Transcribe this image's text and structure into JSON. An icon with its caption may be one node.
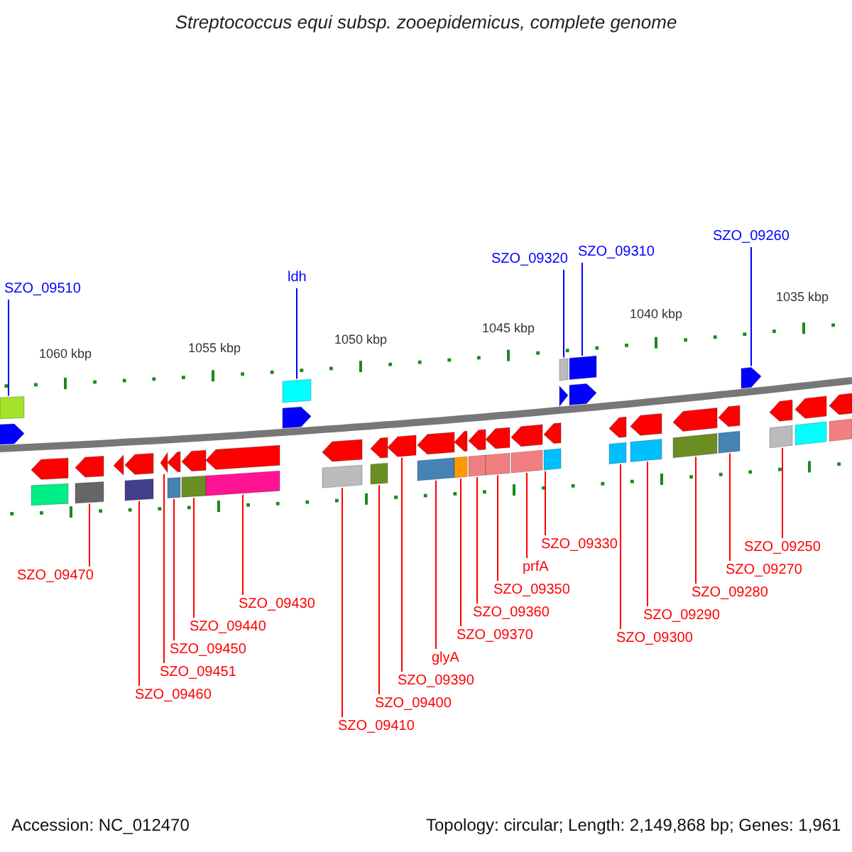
{
  "diagram": {
    "title": "Streptococcus equi subsp. zooepidemicus, complete genome",
    "nodes": [
      {
        "text": [
          "SZO_09510"
        ]
      },
      {
        "text": [
          "ldh"
        ]
      },
      {
        "text": [
          "SZO_09320"
        ]
      },
      {
        "text": [
          "SZO_09310"
        ]
      },
      {
        "text": [
          "SZO_09260"
        ]
      },
      {
        "text": [
          "SZO_09470"
        ]
      },
      {
        "text": [
          "SZO_09460"
        ]
      },
      {
        "text": [
          "SZO_09451"
        ]
      },
      {
        "text": [
          "SZO_09450"
        ]
      },
      {
        "text": [
          "SZO_09440"
        ]
      },
      {
        "text": [
          "SZO_09430"
        ]
      },
      {
        "text": [
          "SZO_09410"
        ]
      },
      {
        "text": [
          "SZO_09400"
        ]
      },
      {
        "text": [
          "SZO_09390"
        ]
      },
      {
        "text": [
          "SZO_09370"
        ]
      },
      {
        "text": [
          "glyA"
        ]
      },
      {
        "text": [
          "SZO_09360"
        ]
      },
      {
        "text": [
          "SZO_09350"
        ]
      },
      {
        "text": [
          "SZO_09330"
        ]
      },
      {
        "text": [
          "prfA"
        ]
      },
      {
        "text": [
          "SZO_09300"
        ]
      },
      {
        "text": [
          "SZO_09290"
        ]
      },
      {
        "text": [
          "SZO_09280"
        ]
      },
      {
        "text": [
          "SZO_09270"
        ]
      },
      {
        "text": [
          "SZO_09250"
        ]
      },
      {
        "text": [],
        "shape": "arrow"
      },
      {
        "text": [],
        "shape": "arrow"
      },
      {
        "text": [],
        "shape": "arrow"
      },
      {
        "text": [],
        "shape": "arrow"
      },
      {
        "text": [],
        "shape": "arrow"
      },
      {
        "text": [],
        "shape": "arrow"
      },
      {
        "text": [],
        "shape": "arrow"
      },
      {
        "text": [],
        "shape": "arrow"
      },
      {
        "text": [],
        "shape": "arrow"
      },
      {
        "text": [],
        "shape": "arrow"
      },
      {
        "text": [],
        "shape": "arrow"
      },
      {
        "text": [],
        "shape": "arrow"
      },
      {
        "text": [],
        "shape": "arrow"
      },
      {
        "text": [],
        "shape": "arrow"
      },
      {
        "text": [],
        "shape": "arrow"
      },
      {
        "text": [],
        "shape": "arrow"
      },
      {
        "text": [],
        "shape": "arrow"
      },
      {
        "text": [],
        "shape": "arrow"
      },
      {
        "text": [],
        "shape": "arrow"
      },
      {
        "text": [],
        "shape": "arrow"
      },
      {
        "text": [],
        "shape": "arrow"
      },
      {
        "text": [],
        "shape": "arrow"
      },
      {
        "text": [],
        "shape": "arrow"
      },
      {
        "text": [],
        "shape": "arrow"
      },
      {
        "text": [],
        "shape": "arrow"
      },
      {
        "text": [],
        "shape": "arrow"
      },
      {
        "text": [],
        "shape": "arrow"
      },
      {
        "text": [],
        "shape": "arrow"
      },
      {
        "text": [],
        "shape": "arrow"
      }
    ],
    "edges": [
      {
        "from": 0,
        "to": 25,
        "arrow": "none",
        "color": "#0000ff"
      },
      {
        "from": 1,
        "to": 32,
        "arrow": "none",
        "color": "#0000ff"
      },
      {
        "from": 2,
        "to": 42,
        "arrow": "none",
        "color": "#0000ff"
      },
      {
        "from": 3,
        "to": 43,
        "arrow": "none",
        "color": "#0000ff"
      },
      {
        "from": 4,
        "to": 48,
        "arrow": "none",
        "color": "#0000ff"
      },
      {
        "from": 5,
        "to": 26,
        "arrow": "none"
      },
      {
        "from": 6,
        "to": 27,
        "arrow": "none"
      },
      {
        "from": 7,
        "to": 28,
        "arrow": "none"
      },
      {
        "from": 8,
        "to": 29,
        "arrow": "none"
      },
      {
        "from": 9,
        "to": 30,
        "arrow": "none"
      },
      {
        "from": 10,
        "to": 31,
        "arrow": "none"
      },
      {
        "from": 11,
        "to": 33,
        "arrow": "none"
      },
      {
        "from": 12,
        "to": 34,
        "arrow": "none"
      },
      {
        "from": 13,
        "to": 35,
        "arrow": "none"
      },
      {
        "from": 14,
        "to": 37,
        "arrow": "none"
      },
      {
        "from": 15,
        "to": 36,
        "arrow": "none"
      },
      {
        "from": 16,
        "to": 38,
        "arrow": "none"
      },
      {
        "from": 17,
        "to": 39,
        "arrow": "none"
      },
      {
        "from": 18,
        "to": 41,
        "arrow": "none"
      },
      {
        "from": 19,
        "to": 40,
        "arrow": "none"
      },
      {
        "from": 20,
        "to": 44,
        "arrow": "none"
      },
      {
        "from": 21,
        "to": 45,
        "arrow": "none"
      },
      {
        "from": 22,
        "to": 46,
        "arrow": "none"
      },
      {
        "from": 23,
        "to": 47,
        "arrow": "none"
      },
      {
        "from": 24,
        "to": 49,
        "arrow": "none"
      }
    ],
    "labels": [
      "1060 kbp",
      "1055 kbp",
      "1050 kbp",
      "1045 kbp",
      "1040 kbp",
      "1035 kbp",
      "Accession: NC_012470",
      "Topology: circular; Length: 2,149,868 bp; Genes: 1,961"
    ]
  }
}
